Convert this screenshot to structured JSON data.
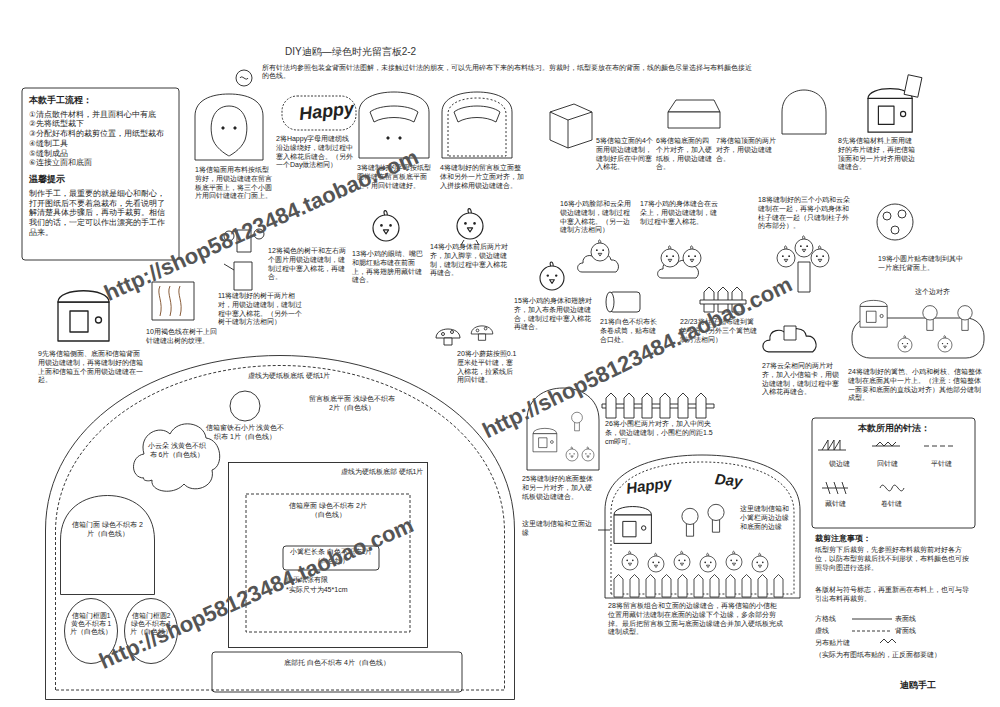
{
  "diagram": {
    "title": "DIY迪鸥—绿色时光留言板2-2",
    "nodes": [
      {
        "text": [
          "本款手工流程：",
          "①清点散件材料，并且面料心中有底",
          "②先将纸型裁下",
          "③分配好布料的裁剪位置，用纸型裁布",
          "④缝制工具",
          "⑤缝制成品",
          "⑥连接立面和底面",
          "温馨提示",
          "制作手工，最重要的就是细心和耐心，打开图纸后不要着急裁布，先看说明了解清楚具体步骤后，再动手裁剪。相信我们的话，一定可以作出漂亮的手工作品来。"
        ]
      },
      {
        "text": [
          "虚线为硬纸板底纸 硬纸1片",
          "留言板底平面 浅绿色不织布 2片（白色线）"
        ]
      },
      {
        "text": [
          "信箱窗铁石小片 浅黄色不织布 1片（白色线）"
        ],
        "in": 1
      },
      {
        "text": [
          "小云朵 浅黄色不织布 6片（白色线）"
        ],
        "in": 1
      },
      {
        "text": [
          "信箱门面 绿色不织布 2片（白色线）"
        ],
        "in": 1
      },
      {
        "text": [
          "虚线为硬纸板底部 硬纸1片",
          "信箱座面 绿色不织布 2片（白色线）"
        ],
        "in": 1
      },
      {
        "text": [
          "小篱栏长条 白色不织布1片（白色线）"
        ],
        "in": 5
      },
      {
        "text": [
          "信箱门框圆1 黄色不织布 1片（白色线）"
        ],
        "in": 1
      },
      {
        "text": [
          "信箱门框圆2 绿色不织布 1片（白色线）"
        ],
        "in": 1
      },
      {
        "text": [
          "底部托 白色不织布 4片（白色线）"
        ],
        "in": 1
      },
      {
        "text": [
          "本款所用的针法："
        ]
      }
    ],
    "labels": [
      "所有针法均参照包装盒背面针法图解，未接触过针法的朋友，可以先用碎布下来的布料练习。剪裁时，纸型要放在布的背面，线的颜色尽量选择与布料颜色接近的色线。",
      "Happy",
      "1将信箱面用布料按纸型剪好，用锁边缝缝在留言板底平面上，将三个小圆片用回针缝缝在门面上。",
      "2将Happy字母用缝纫线沿边缘绕好，缝制过程中塞入棉花后缝合。（另外一个Day做法相同）",
      "3将缝制好的字母按纸型图样缝在留言板底平面上，用回针缝缝好。",
      "4将缝制好的留言板立面整体和另外一片立面对齐，加入拼接棉用锁边缝缝合。",
      "5将信箱立面的4个面用锁边缝缝制，缝制好后在中间塞入棉花。",
      "6将信箱底面的四个片对齐，加入硬纸板，用锁边缝缝合。",
      "7将信箱顶面的两片对齐，用锁边缝缝合。",
      "8先将信箱材料上面用缝好的布片缝好，再把信箱顶面和另一片对齐用锁边缝缝合。",
      "16将小鸡脸部和云朵用锁边缝缝制，缝制过程中塞入棉花。（另一边缝制方法相同）",
      "17将小鸡的身体缝合在云朵上，用锁边缝缝制，缝制过程中塞入棉花。",
      "18将缝制好的三个小鸡和云朵缝制在一起，再将小鸡身体和柱子缝在一起（只缝制柱子外的布部分）。",
      "12将褐色的树干和左右两个圆片用锁边缝缝制，缝制过程中塞入棉花，再缝合。",
      "13将小鸡的眼睛、嘴巴和腮红贴布缝在前面上，再将翅膀用藏针缝缝合。",
      "14将小鸡身体前后两片对齐，加入脚掌，锁边缝缝制，缝制过程中塞入棉花再缝合。",
      "19将小圆片贴布缝制到其中一片底托背面上。",
      "这个边对齐",
      "11将缝制好的树干两片相对，用锁边缝缝制，缝制过程中塞入棉花。（另外一个树干缝制方法相同）",
      "15将小鸡的身体和翅膀对齐，加入布条用锁边缝缝合，缝制过程中塞入棉花再缝合。",
      "21将白色不织布长条卷成筒，贴布缝合口处。",
      "22/23将柱子贴布缝到篱笆下方（另外三个篱笆缝制方法相同）",
      "10用褐色线在树干上回针缝缝出树的纹理。",
      "9先将信箱侧面、底面和信箱背面用锁边缝缝制，再将缝制好的信箱上面和信箱五个面用锁边缝缝在一起。",
      "20将小蘑菇按照0.1厘米处平针缝，塞入棉花，拉紧线后用回针缝。",
      "27将云朵相同的两片对齐，加入小信箱卡，用锁边缝缝制，缝制过程中塞入棉花再缝合。",
      "24将缝制好的篱笆、小鸡和树枝、信箱整体缝制在底面其中一片上。（注意：信箱整体一面要和底面的直线边对齐）其他部分缝制成型。",
      "26将小围栏两片对齐，加入中间夹条，锁边缝缝制，小围栏的间距1.5cm即可。",
      "25将缝制好的底面整体和另一片对齐，加入硬纸板锁边缝缝合。",
      "Happy",
      "Day",
      "这里缝制信箱和立面边缘",
      "这里缝制信箱和小篱栏两边边缘和底面的边缘",
      "28将留言板组合和立面的边缘缝合，再将信箱的小信柜位置用藏针法缝制在底面的边缘下个边缘，多余部分剪掉。最后把留言板立面与底面边缘缝合并加入硬纸板完成缝制成型。",
      "由于纸张有限",
      "*实际尺寸为45*1cm",
      "锁边缝",
      "回针缝",
      "平针缝",
      "藏针缝",
      "卷针缝",
      "裁剪注意事项：",
      "纸型剪下后裁剪，先参照好布料裁剪前对好各方位，以防布型剪裁后找不到形状，布料颜色也可按照导向图进行选择。",
      "各版材与符号标志，再重新画在布料上，也可与导引出布料再裁剪。",
      "方格线",
      "表面线",
      "虚线",
      "背面线",
      "另布贴片缝",
      "（实际为有图纸布贴的，正反面都要缝）",
      "迪鸥手工",
      "http://shop58123484.taobao.com",
      "http://shop58123484.taobao.com",
      "http://shop58123484.taobao.com"
    ]
  }
}
